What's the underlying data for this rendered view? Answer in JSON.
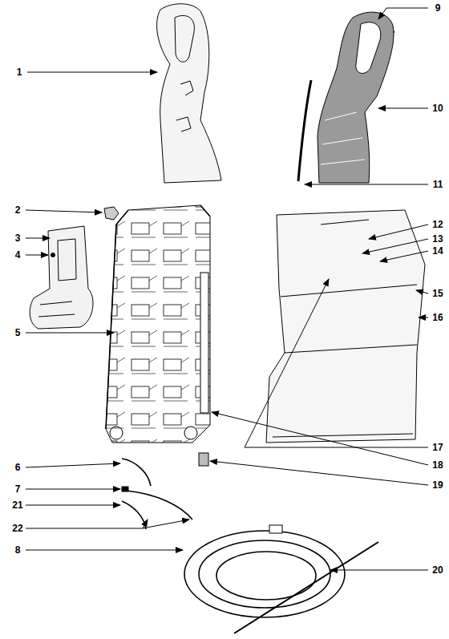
{
  "diagram": {
    "labels": [
      "9",
      "1",
      "10",
      "11",
      "2",
      "12",
      "13",
      "3",
      "14",
      "4",
      "15",
      "16",
      "5",
      "17",
      "6",
      "18",
      "7",
      "19",
      "21",
      "22",
      "8",
      "20"
    ]
  }
}
